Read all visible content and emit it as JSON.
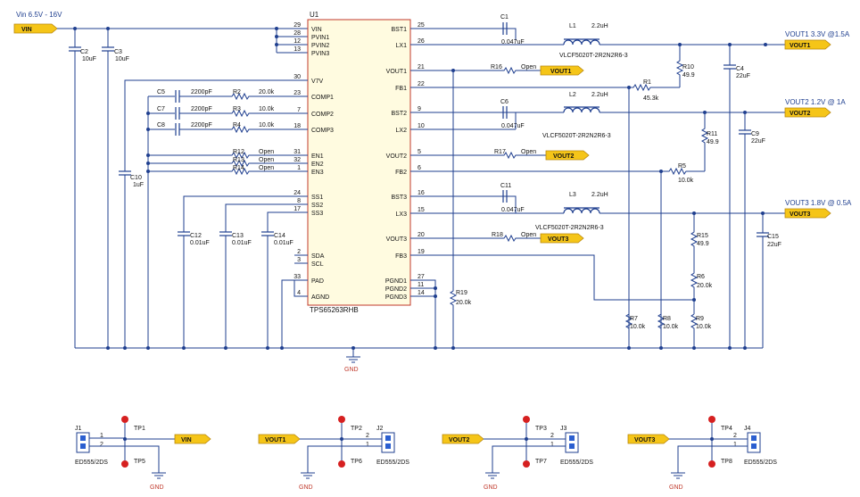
{
  "input": {
    "net_label": "VIN",
    "range": "Vin  6.5V - 16V"
  },
  "ic": {
    "ref": "U1",
    "part": "TPS65263RHB",
    "left_pins": [
      {
        "num": "29",
        "name": "VIN"
      },
      {
        "num": "28",
        "name": "PVIN1"
      },
      {
        "num": "12",
        "name": "PVIN2"
      },
      {
        "num": "13",
        "name": "PVIN3"
      },
      {
        "num": "30",
        "name": "V7V"
      },
      {
        "num": "23",
        "name": "COMP1"
      },
      {
        "num": "7",
        "name": "COMP2"
      },
      {
        "num": "18",
        "name": "COMP3"
      },
      {
        "num": "31",
        "name": "EN1"
      },
      {
        "num": "32",
        "name": "EN2"
      },
      {
        "num": "1",
        "name": "EN3"
      },
      {
        "num": "24",
        "name": "SS1"
      },
      {
        "num": "8",
        "name": "SS2"
      },
      {
        "num": "17",
        "name": "SS3"
      },
      {
        "num": "2",
        "name": "SDA"
      },
      {
        "num": "3",
        "name": "SCL"
      },
      {
        "num": "33",
        "name": "PAD"
      },
      {
        "num": "4",
        "name": "AGND"
      }
    ],
    "right_pins": [
      {
        "num": "25",
        "name": "BST1"
      },
      {
        "num": "26",
        "name": "LX1"
      },
      {
        "num": "21",
        "name": "VOUT1"
      },
      {
        "num": "22",
        "name": "FB1"
      },
      {
        "num": "9",
        "name": "BST2"
      },
      {
        "num": "10",
        "name": "LX2"
      },
      {
        "num": "5",
        "name": "VOUT2"
      },
      {
        "num": "6",
        "name": "FB2"
      },
      {
        "num": "16",
        "name": "BST3"
      },
      {
        "num": "15",
        "name": "LX3"
      },
      {
        "num": "20",
        "name": "VOUT3"
      },
      {
        "num": "19",
        "name": "FB3"
      },
      {
        "num": "27",
        "name": "PGND1"
      },
      {
        "num": "11",
        "name": "PGND2"
      },
      {
        "num": "14",
        "name": "PGND3"
      }
    ]
  },
  "outputs": [
    {
      "net": "VOUT1",
      "spec": "VOUT1  3.3V @1.5A"
    },
    {
      "net": "VOUT2",
      "spec": "VOUT2  1.2V @ 1A"
    },
    {
      "net": "VOUT3",
      "spec": "VOUT3  1.8V @ 0.5A"
    }
  ],
  "components": {
    "C1": {
      "ref": "C1",
      "value": "0.047uF"
    },
    "C2": {
      "ref": "C2",
      "value": "10uF"
    },
    "C3": {
      "ref": "C3",
      "value": "10uF"
    },
    "C4": {
      "ref": "C4",
      "value": "22uF"
    },
    "C5": {
      "ref": "C5",
      "value": "2200pF"
    },
    "C6": {
      "ref": "C6",
      "value": "0.047uF"
    },
    "C7": {
      "ref": "C7",
      "value": "2200pF"
    },
    "C8": {
      "ref": "C8",
      "value": "2200pF"
    },
    "C9": {
      "ref": "C9",
      "value": "22uF"
    },
    "C10": {
      "ref": "C10",
      "value": "1uF"
    },
    "C11": {
      "ref": "C11",
      "value": "0.047uF"
    },
    "C12": {
      "ref": "C12",
      "value": "0.01uF"
    },
    "C13": {
      "ref": "C13",
      "value": "0.01uF"
    },
    "C14": {
      "ref": "C14",
      "value": "0.01uF"
    },
    "C15": {
      "ref": "C15",
      "value": "22uF"
    },
    "L1": {
      "ref": "L1",
      "value": "2.2uH",
      "part": "VLCF5020T-2R2N2R6-3"
    },
    "L2": {
      "ref": "L2",
      "value": "2.2uH",
      "part": "VLCF5020T-2R2N2R6-3"
    },
    "L3": {
      "ref": "L3",
      "value": "2.2uH",
      "part": "VLCF5020T-2R2N2R6-3"
    },
    "R1": {
      "ref": "R1",
      "value": "45.3k"
    },
    "R2": {
      "ref": "R2",
      "value": "20.0k"
    },
    "R3": {
      "ref": "R3",
      "value": "10.0k"
    },
    "R4": {
      "ref": "R4",
      "value": "10.0k"
    },
    "R5": {
      "ref": "R5",
      "value": "10.0k"
    },
    "R6": {
      "ref": "R6",
      "value": "20.0k"
    },
    "R7": {
      "ref": "R7",
      "value": "10.0k"
    },
    "R8": {
      "ref": "R8",
      "value": "10.0k"
    },
    "R9": {
      "ref": "R9",
      "value": "10.0k"
    },
    "R10": {
      "ref": "R10",
      "value": "49.9"
    },
    "R11": {
      "ref": "R11",
      "value": "49.9"
    },
    "R12": {
      "ref": "R12",
      "value": "Open"
    },
    "R13": {
      "ref": "R13",
      "value": "Open"
    },
    "R14": {
      "ref": "R14",
      "value": "Open"
    },
    "R15": {
      "ref": "R15",
      "value": "49.9"
    },
    "R16": {
      "ref": "R16",
      "value": "Open"
    },
    "R17": {
      "ref": "R17",
      "value": "Open"
    },
    "R18": {
      "ref": "R18",
      "value": "Open"
    },
    "R19": {
      "ref": "R19",
      "value": "20.0k"
    }
  },
  "gnd_label": "GND",
  "connectors": [
    {
      "ref": "J1",
      "tp_top": "TP1",
      "tp_bottom": "TP5",
      "part": "ED555/2DS",
      "net": "VIN",
      "pin1": "1",
      "pin2": "2"
    },
    {
      "ref": "J2",
      "tp_top": "TP2",
      "tp_bottom": "TP6",
      "part": "ED555/2DS",
      "net": "VOUT1",
      "pin1": "1",
      "pin2": "2"
    },
    {
      "ref": "J3",
      "tp_top": "TP3",
      "tp_bottom": "TP7",
      "part": "ED555/2DS",
      "net": "VOUT2",
      "pin1": "1",
      "pin2": "2"
    },
    {
      "ref": "J4",
      "tp_top": "TP4",
      "tp_bottom": "TP8",
      "part": "ED555/2DS",
      "net": "VOUT3",
      "pin1": "1",
      "pin2": "2"
    }
  ],
  "colors": {
    "wire": "#1f3f8f",
    "flag": "#f5c518",
    "ic_border": "#c0392b",
    "testpoint": "#d62020"
  }
}
